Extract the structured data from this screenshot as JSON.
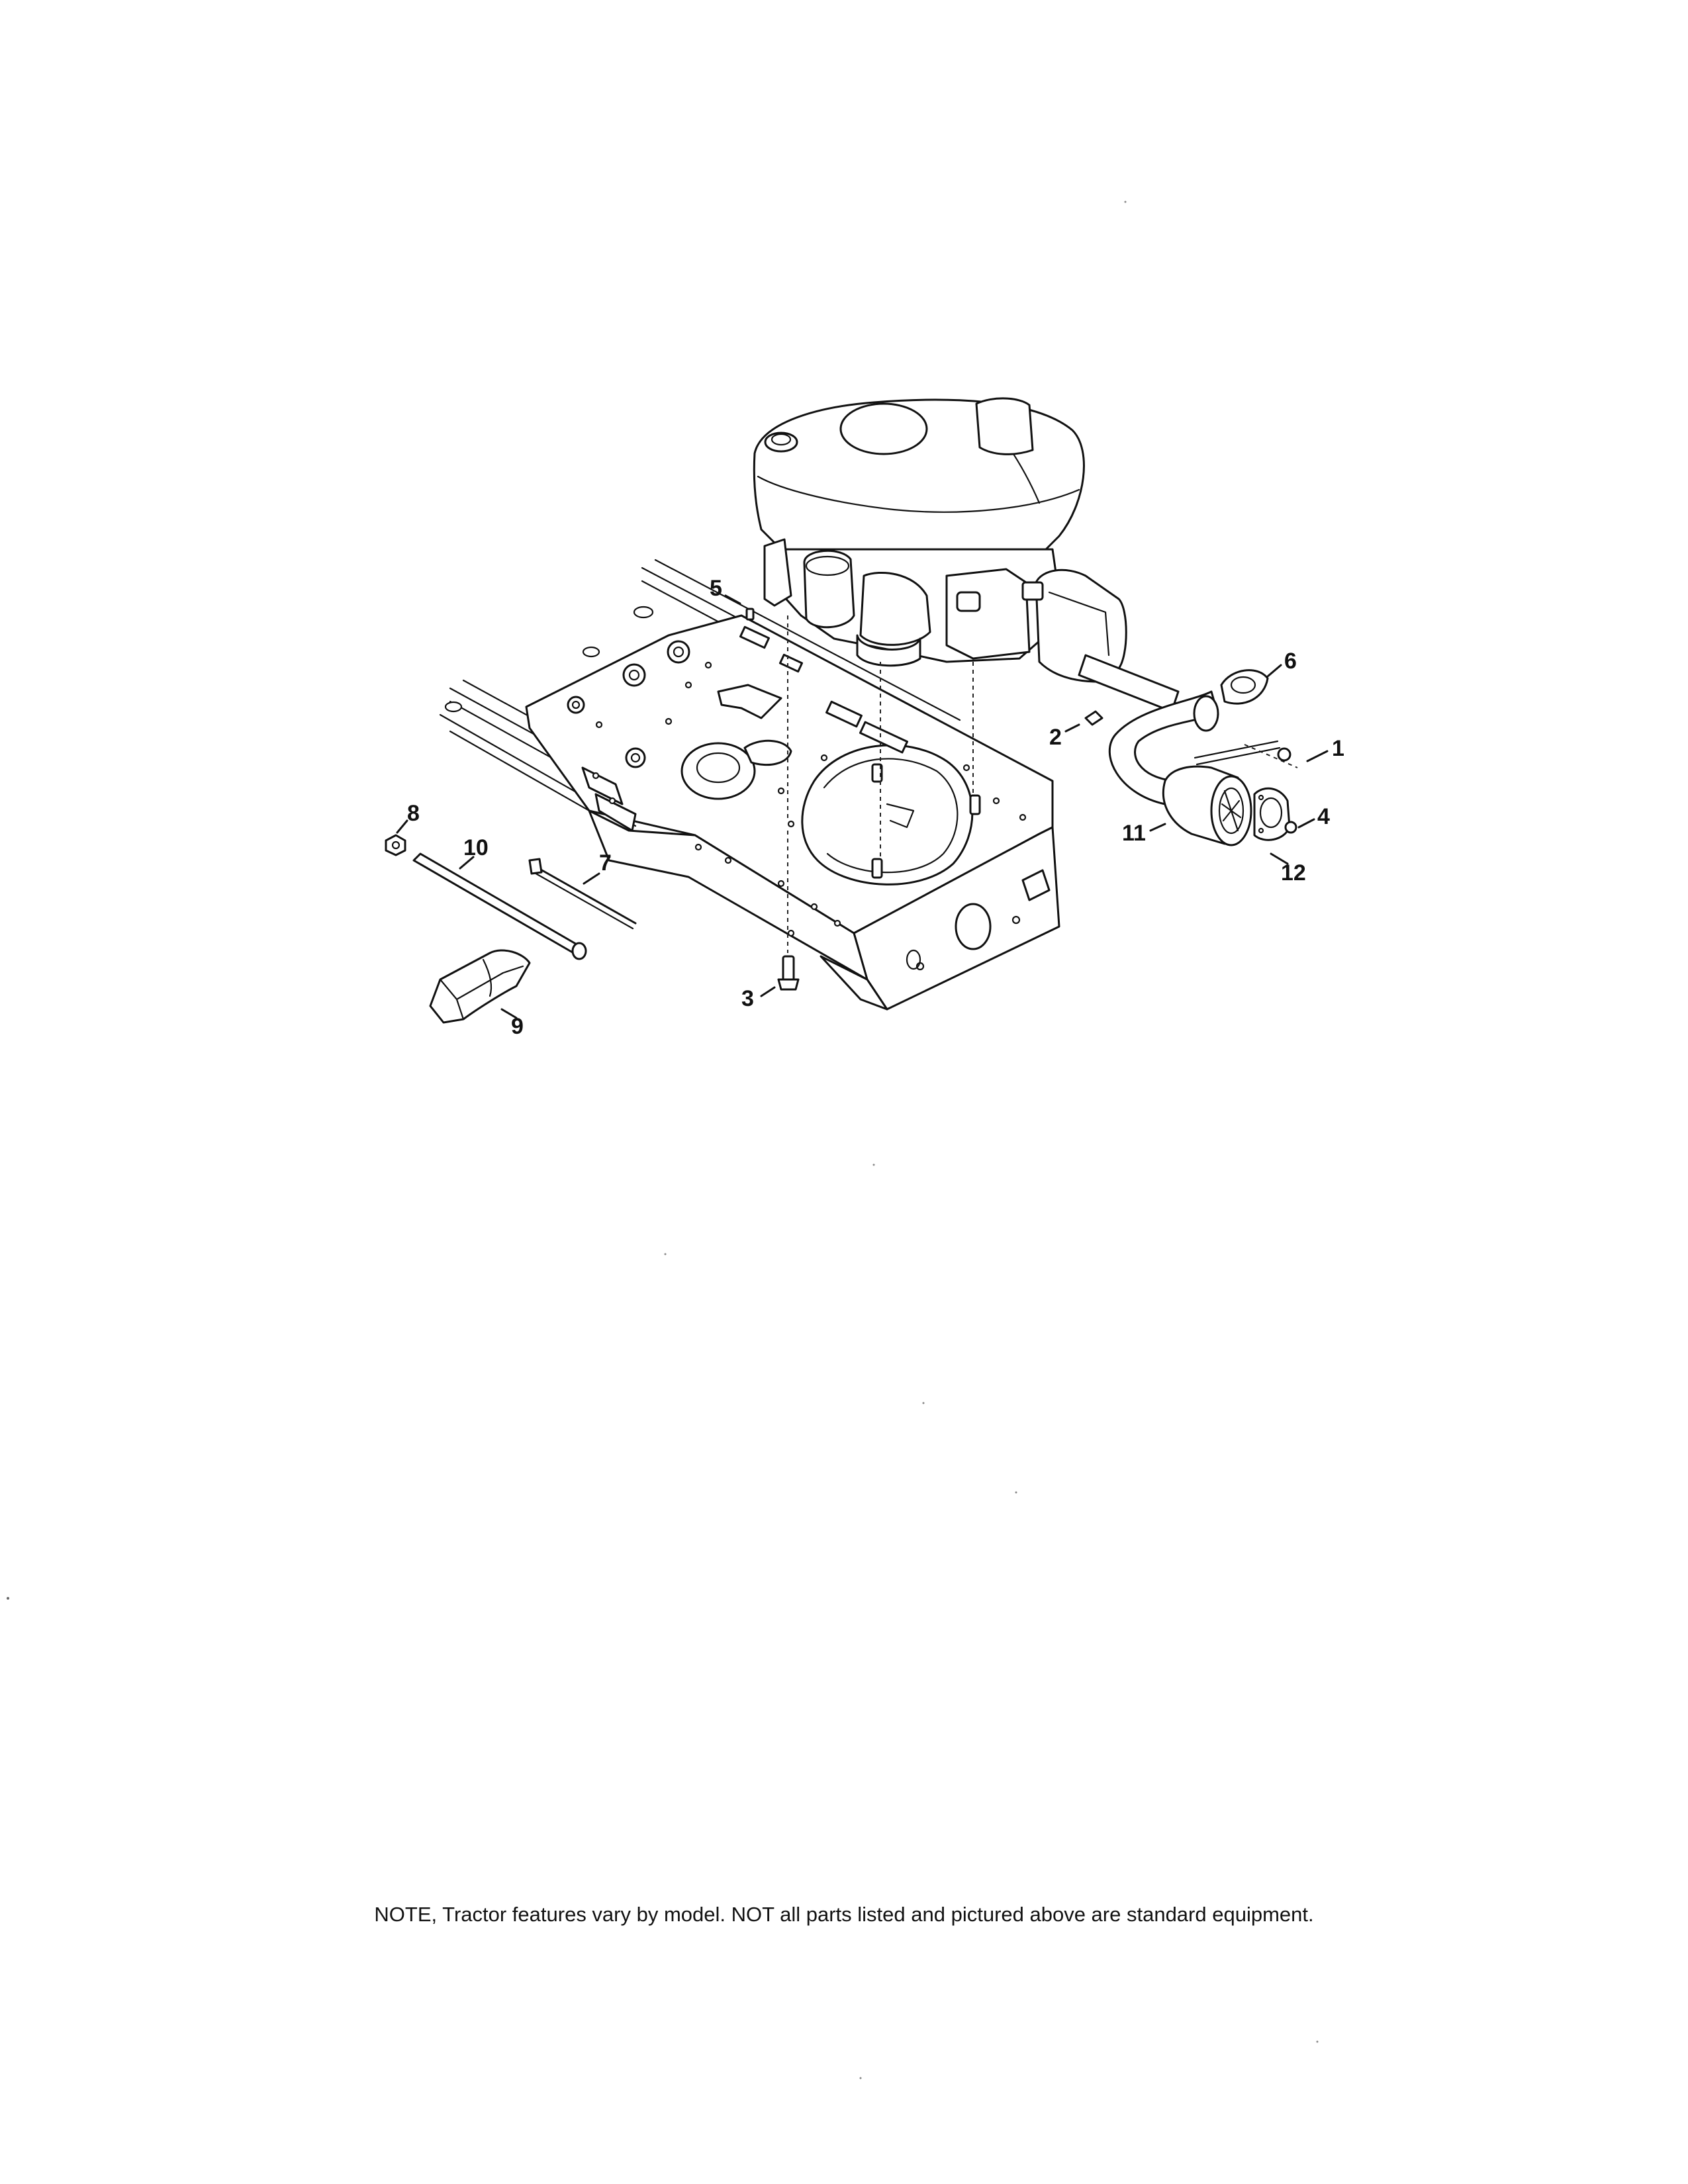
{
  "callouts": [
    "1",
    "2",
    "3",
    "4",
    "5",
    "6",
    "7",
    "8",
    "9",
    "10",
    "11",
    "12"
  ],
  "note": "NOTE, Tractor features vary by model. NOT all parts listed and pictured above are standard equipment."
}
